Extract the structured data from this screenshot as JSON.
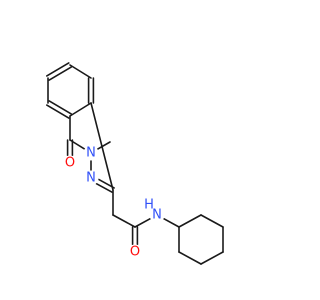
{
  "molecule": {
    "atoms": [
      {
        "id": "c1",
        "label": ""
      },
      {
        "id": "c2",
        "label": ""
      },
      {
        "id": "c3",
        "label": ""
      },
      {
        "id": "c4",
        "label": ""
      },
      {
        "id": "c5",
        "label": ""
      },
      {
        "id": "c6",
        "label": ""
      },
      {
        "id": "c7",
        "label": ""
      },
      {
        "id": "o1",
        "label": "O",
        "color": "#ff0d0d"
      },
      {
        "id": "n1",
        "label": "N",
        "color": "#3050f8"
      },
      {
        "id": "cme",
        "label": ""
      },
      {
        "id": "n2",
        "label": "N",
        "color": "#3050f8"
      },
      {
        "id": "c8",
        "label": ""
      },
      {
        "id": "c9",
        "label": ""
      },
      {
        "id": "c10",
        "label": ""
      },
      {
        "id": "o2",
        "label": "O",
        "color": "#ff0d0d"
      },
      {
        "id": "n3",
        "label": "N",
        "color": "#3050f8"
      },
      {
        "id": "h3",
        "label": "H",
        "color": "#3050f8"
      },
      {
        "id": "cy1",
        "label": ""
      },
      {
        "id": "cy2",
        "label": ""
      },
      {
        "id": "cy3",
        "label": ""
      },
      {
        "id": "cy4",
        "label": ""
      },
      {
        "id": "cy5",
        "label": ""
      },
      {
        "id": "cy6",
        "label": ""
      }
    ],
    "bonds": [
      {
        "a": "c1",
        "b": "c2",
        "order": 2
      },
      {
        "a": "c2",
        "b": "c3",
        "order": 1
      },
      {
        "a": "c3",
        "b": "c4",
        "order": 2
      },
      {
        "a": "c4",
        "b": "c5",
        "order": 1
      },
      {
        "a": "c5",
        "b": "c6",
        "order": 2
      },
      {
        "a": "c6",
        "b": "c1",
        "order": 1
      },
      {
        "a": "c1",
        "b": "c7",
        "order": 1
      },
      {
        "a": "c7",
        "b": "o1",
        "order": 2
      },
      {
        "a": "c7",
        "b": "n1",
        "order": 1
      },
      {
        "a": "n1",
        "b": "cme",
        "order": 1
      },
      {
        "a": "n1",
        "b": "n2",
        "order": 1
      },
      {
        "a": "n2",
        "b": "c8",
        "order": 2
      },
      {
        "a": "c8",
        "b": "c6",
        "order": 1
      },
      {
        "a": "c8",
        "b": "c9",
        "order": 1
      },
      {
        "a": "c9",
        "b": "c10",
        "order": 1
      },
      {
        "a": "c10",
        "b": "o2",
        "order": 2
      },
      {
        "a": "c10",
        "b": "n3",
        "order": 1
      },
      {
        "a": "n3",
        "b": "cy1",
        "order": 1
      },
      {
        "a": "cy1",
        "b": "cy2",
        "order": 1
      },
      {
        "a": "cy2",
        "b": "cy3",
        "order": 1
      },
      {
        "a": "cy3",
        "b": "cy4",
        "order": 1
      },
      {
        "a": "cy4",
        "b": "cy5",
        "order": 1
      },
      {
        "a": "cy5",
        "b": "cy6",
        "order": 1
      },
      {
        "a": "cy6",
        "b": "cy1",
        "order": 1
      }
    ]
  }
}
